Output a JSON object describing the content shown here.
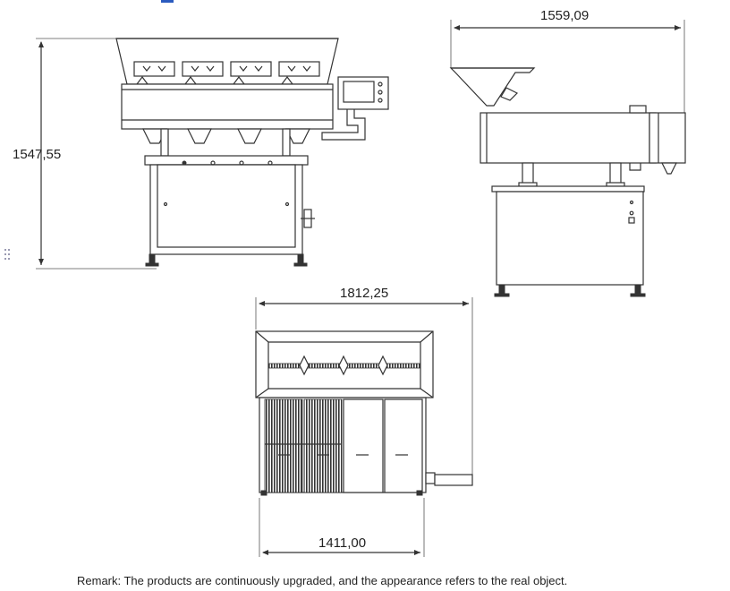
{
  "dimensions": {
    "height_front": "1547,55",
    "width_side": "1559,09",
    "width_top": "1812,25",
    "width_top_inner": "1411,00"
  },
  "remark": "Remark: The products are continuously upgraded, and the appearance refers to the real object.",
  "icons": {
    "drag": "drag-handle-icon"
  }
}
